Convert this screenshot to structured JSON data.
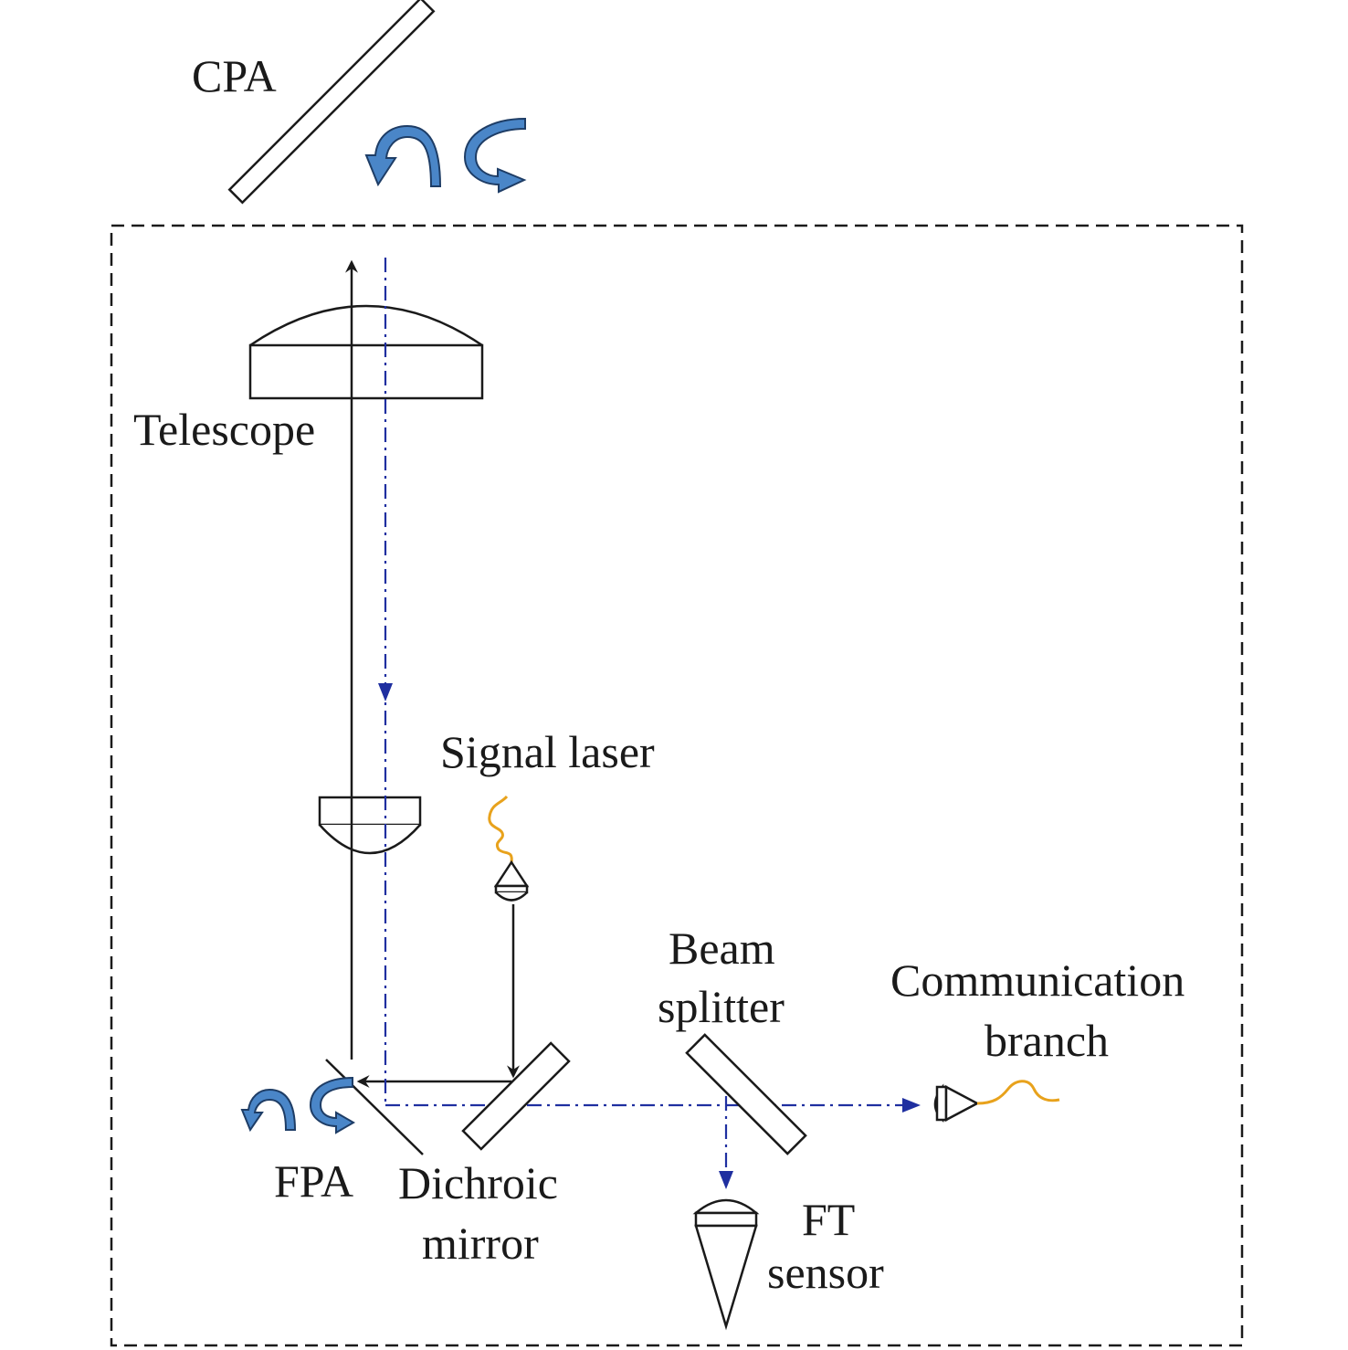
{
  "labels": {
    "cpa": "CPA",
    "telescope": "Telescope",
    "signal_laser": "Signal laser",
    "beam_splitter_1": "Beam",
    "beam_splitter_2": "splitter",
    "communication_1": "Communication",
    "communication_2": "branch",
    "fpa": "FPA",
    "dichroic_1": "Dichroic",
    "dichroic_2": "mirror",
    "ft_1": "FT",
    "ft_2": "sensor"
  },
  "colors": {
    "line": "#1a1a1a",
    "beam_blue": "#1f2fa0",
    "fiber_orange": "#e8a21c",
    "rotation_arrow_fill": "#4a86c8",
    "rotation_arrow_stroke": "#1e3d66"
  },
  "icons": {
    "rotation": "curved-rotation-arrow-icon",
    "fiber": "optical-fiber-icon",
    "collimator": "fiber-collimator-icon"
  }
}
